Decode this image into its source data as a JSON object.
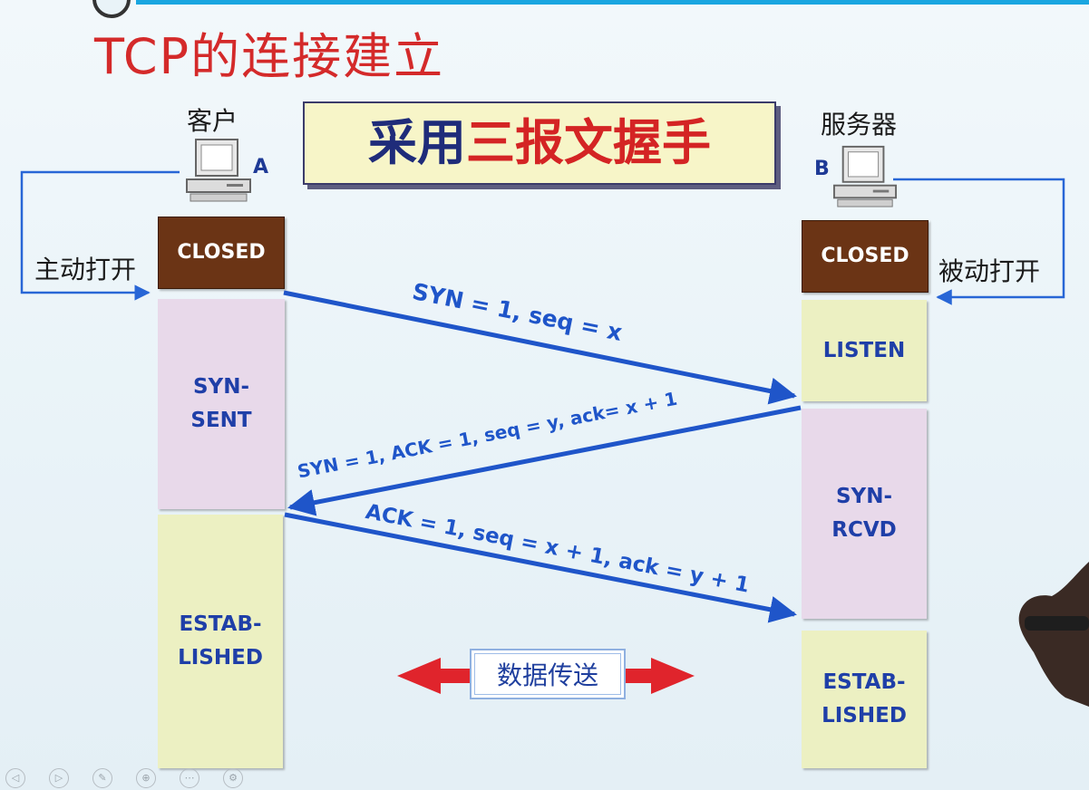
{
  "title": "TCP的连接建立",
  "banner": {
    "part1": "采用",
    "part2": "三报文握手"
  },
  "client": {
    "label": "客户",
    "letter": "A",
    "open_label": "主动打开"
  },
  "server": {
    "label": "服务器",
    "letter": "B",
    "open_label": "被动打开"
  },
  "client_states": [
    {
      "line1": "CLOSED",
      "line2": ""
    },
    {
      "line1": "SYN-",
      "line2": "SENT"
    },
    {
      "line1": "ESTAB-",
      "line2": "LISHED"
    }
  ],
  "server_states": [
    {
      "line1": "CLOSED",
      "line2": ""
    },
    {
      "line1": "LISTEN",
      "line2": ""
    },
    {
      "line1": "SYN-",
      "line2": "RCVD"
    },
    {
      "line1": "ESTAB-",
      "line2": "LISHED"
    }
  ],
  "messages": [
    {
      "text": "SYN = 1, seq = x"
    },
    {
      "text": "SYN = 1, ACK = 1, seq = y, ack= x + 1"
    },
    {
      "text": "ACK = 1, seq = x + 1, ack = y + 1"
    }
  ],
  "data_transfer": "数据传送",
  "colors": {
    "title": "#d42a2a",
    "banner_dark": "#1f2c7a",
    "banner_red": "#d42424",
    "closed_box": "#6b3415",
    "sent_rcvd_box": "#e8d9ea",
    "listen_established_box": "#ecf0c2",
    "arrow_blue": "#1f55c9",
    "arrow_red": "#e0242c"
  },
  "icons": [
    "client-computer-icon",
    "server-computer-icon",
    "double-arrow-icon"
  ]
}
